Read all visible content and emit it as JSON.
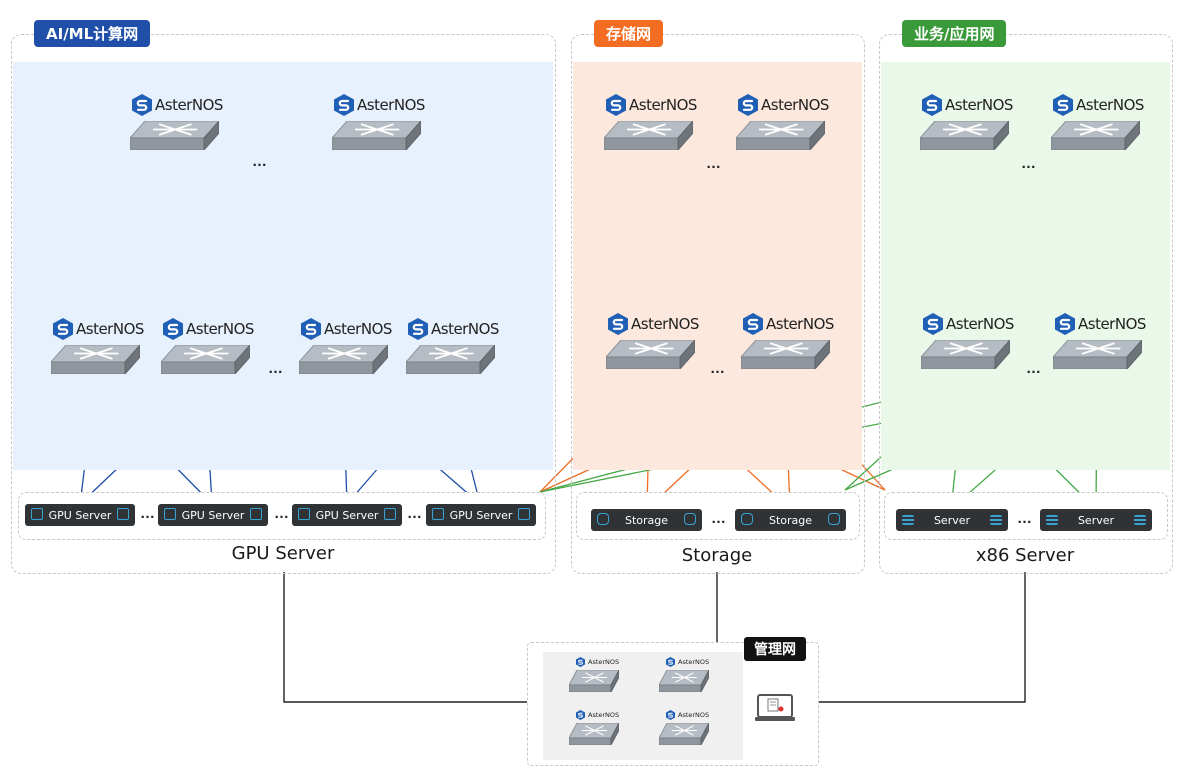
{
  "zones": {
    "aiml": {
      "tag": "AI/ML计算网",
      "tag_color": "#1f4fa8",
      "bg": "#e7f0fd",
      "line": "#1f4fa8"
    },
    "storage": {
      "tag": "存储网",
      "tag_color": "#f26d21",
      "bg": "#fde8dd",
      "line": "#ee6c22"
    },
    "business": {
      "tag": "业务/应用网",
      "tag_color": "#3a9a3a",
      "bg": "#eaf8ea",
      "line": "#45a845"
    }
  },
  "mgmt": {
    "tag": "管理网"
  },
  "brand_label": "AsterNOS",
  "ellipsis": "…",
  "server_labels": {
    "gpu": "GPU Server",
    "storage": "Storage",
    "x86": "Server"
  },
  "captions": {
    "gpu": "GPU Server",
    "storage": "Storage",
    "x86": "x86 Server"
  }
}
